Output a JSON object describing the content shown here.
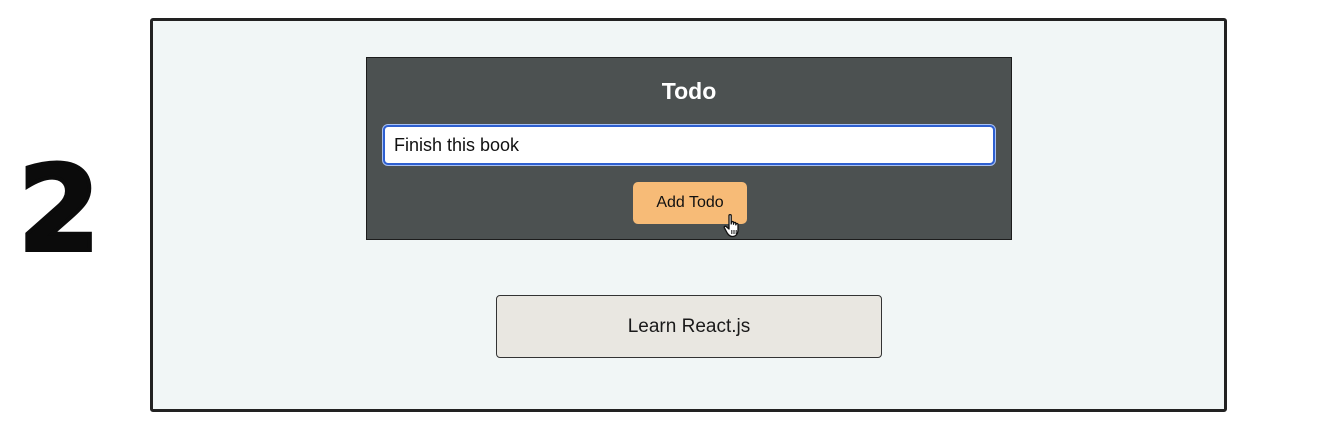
{
  "step": {
    "number": "2"
  },
  "todo_panel": {
    "title": "Todo",
    "input_value": "Finish this book",
    "add_button_label": "Add Todo"
  },
  "todo_list": {
    "items": [
      {
        "label": "Learn React.js"
      }
    ]
  },
  "colors": {
    "panel_background": "#4c5151",
    "frame_background": "#f1f6f6",
    "button_accent": "#f7bb77",
    "input_focus_border": "#2e5fd0",
    "item_background": "#e9e7e1"
  },
  "icons": {
    "cursor": "hand-pointer-icon"
  }
}
